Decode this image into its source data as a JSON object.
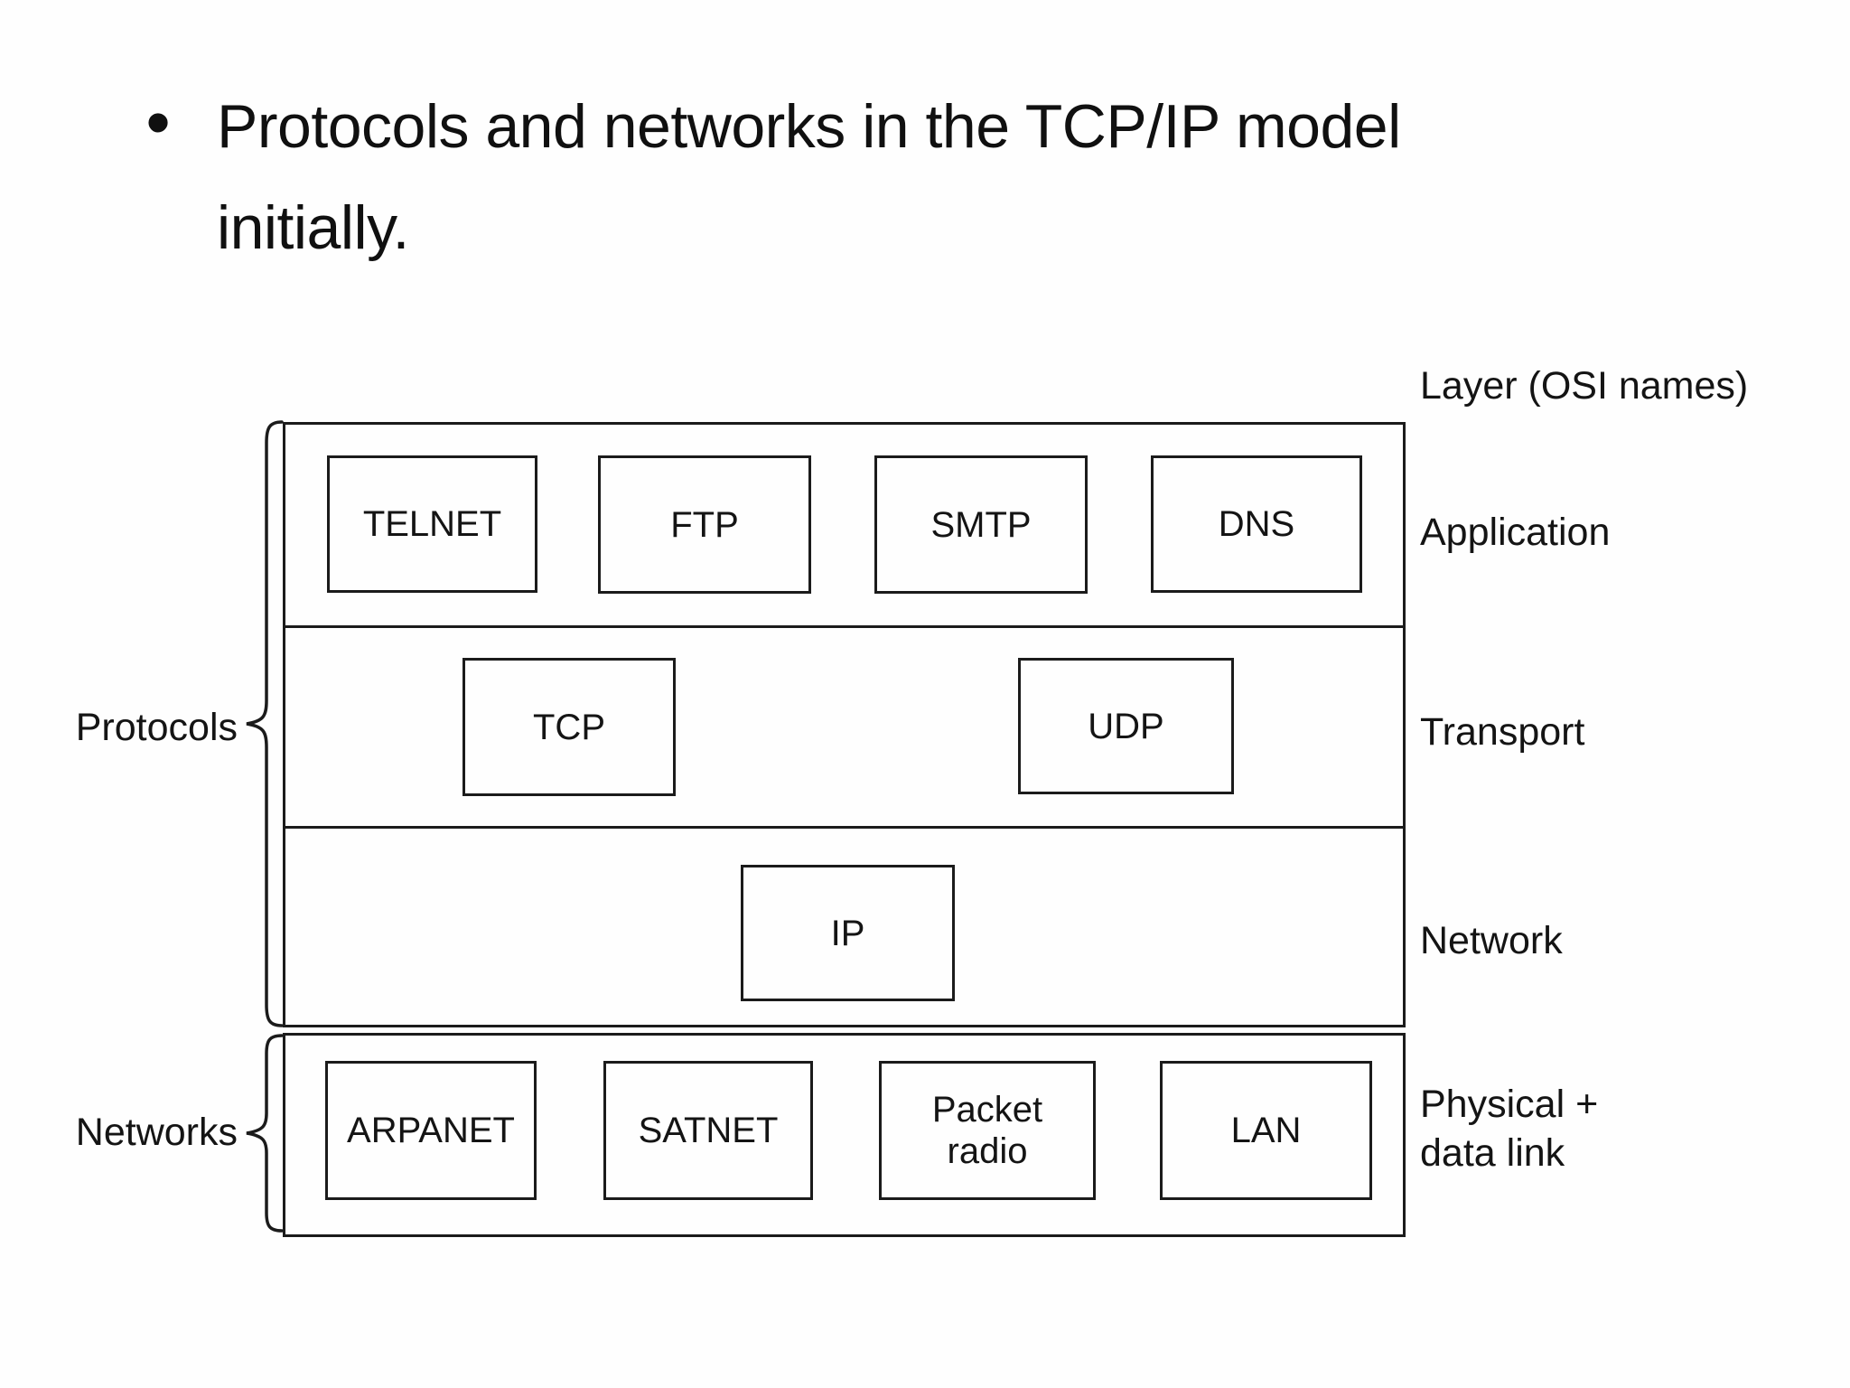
{
  "slide": {
    "bullet": "•",
    "title": "Protocols and networks in the TCP/IP model\ninitially."
  },
  "colors": {
    "ink": "#1b1b1b",
    "background": "#fefefe"
  },
  "diagram": {
    "left_column": {
      "protocols_label": "Protocols",
      "networks_label": "Networks"
    },
    "right_column": {
      "header": "Layer (OSI names)",
      "application": "Application",
      "transport": "Transport",
      "network": "Network",
      "physical": "Physical +\ndata link"
    },
    "rows": {
      "application": [
        "TELNET",
        "FTP",
        "SMTP",
        "DNS"
      ],
      "transport": [
        "TCP",
        "UDP"
      ],
      "network": [
        "IP"
      ],
      "physical": [
        "ARPANET",
        "SATNET",
        "Packet\nradio",
        "LAN"
      ]
    }
  }
}
